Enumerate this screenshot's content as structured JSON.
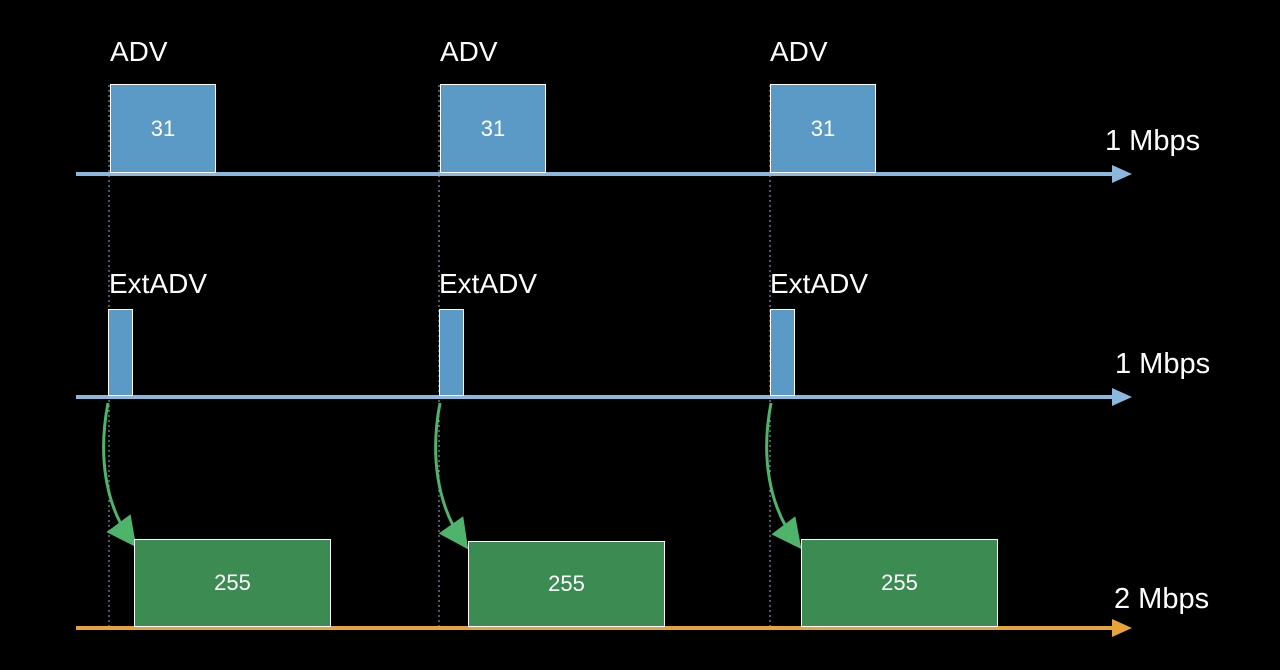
{
  "colors": {
    "background": "#000000",
    "blue_packet": "#5b9ac7",
    "green_packet": "#3b8b52",
    "blue_axis": "#8ab8de",
    "orange_axis": "#e8a23a",
    "arrow_green": "#4fb36c",
    "text": "#ffffff"
  },
  "rows": [
    {
      "rate": "1 Mbps",
      "packets": [
        {
          "label": "ADV",
          "size": "31"
        },
        {
          "label": "ADV",
          "size": "31"
        },
        {
          "label": "ADV",
          "size": "31"
        }
      ]
    },
    {
      "rate": "1 Mbps",
      "packets": [
        {
          "label": "ExtADV"
        },
        {
          "label": "ExtADV"
        },
        {
          "label": "ExtADV"
        }
      ]
    },
    {
      "rate": "2 Mbps",
      "packets": [
        {
          "size": "255"
        },
        {
          "size": "255"
        },
        {
          "size": "255"
        }
      ]
    }
  ]
}
